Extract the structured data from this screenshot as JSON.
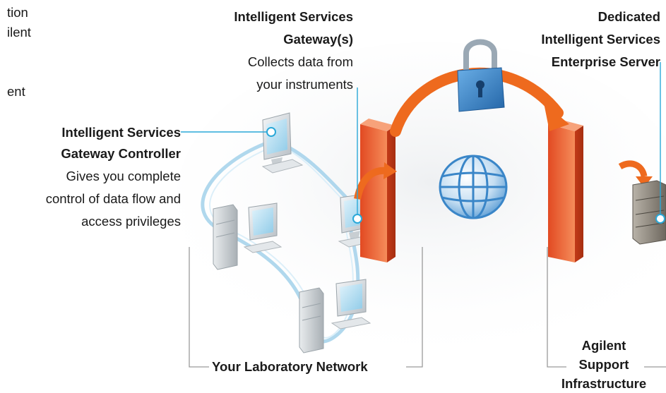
{
  "cutoff_text": {
    "line1": "tion",
    "line2": "ilent",
    "line3": "ent"
  },
  "gateway": {
    "title_line1": "Intelligent Services",
    "title_line2": "Gateway(s)",
    "desc_line1": "Collects data from",
    "desc_line2": "your instruments"
  },
  "enterprise_server": {
    "title_line1": "Dedicated",
    "title_line2": "Intelligent Services",
    "title_line3": "Enterprise Server"
  },
  "gateway_controller": {
    "title_line1": "Intelligent Services",
    "title_line2": "Gateway Controller",
    "desc_line1": "Gives you complete",
    "desc_line2": "control of data flow and",
    "desc_line3": "access privileges"
  },
  "network_label": "Your Laboratory Network",
  "support": {
    "line1": "Agilent",
    "line2": "Support",
    "line3": "Infrastructure"
  },
  "colors": {
    "callout_line": "#2aa8d8",
    "firewall_orange": "#e8582a",
    "arrow_orange": "#ee6a1e",
    "lock_blue": "#3a86c8",
    "network_ring": "#a8d4ec",
    "bracket_gray": "#9a9a9a"
  }
}
